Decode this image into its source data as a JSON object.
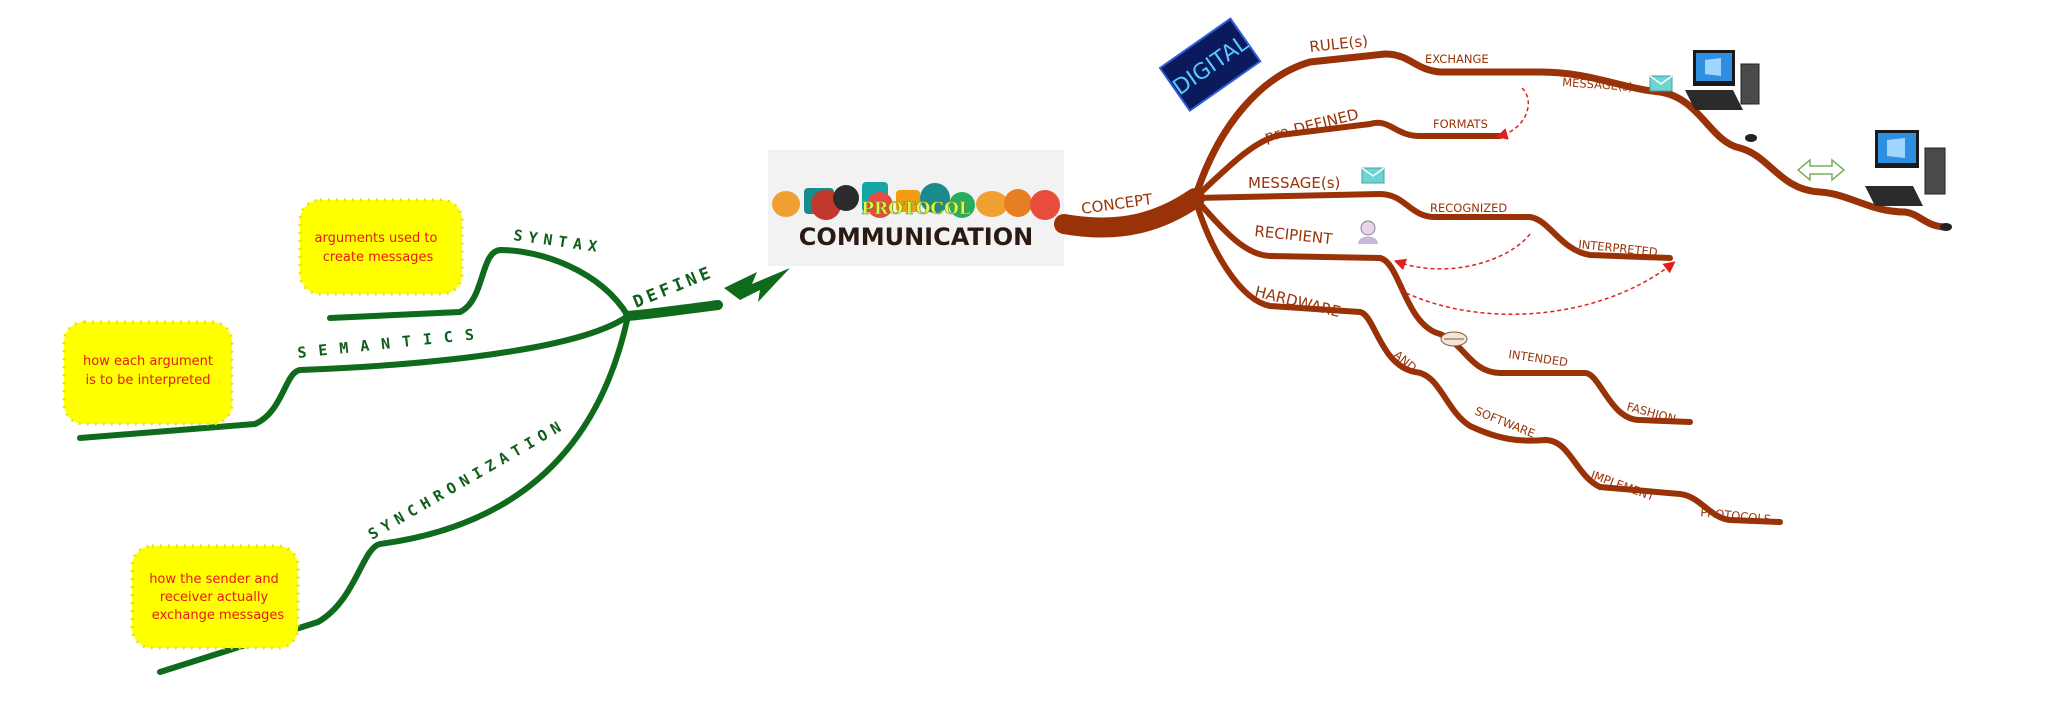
{
  "central": {
    "title": "COMMUNICATION",
    "subtitle": "PROTOCOL"
  },
  "left_branch": {
    "main_label": "DEFINE",
    "children": [
      {
        "label": "SYNTAX",
        "note": [
          "arguments used to",
          "create messages"
        ]
      },
      {
        "label": "SEMANTICS",
        "note": [
          "how each argument",
          "is to be interpreted"
        ]
      },
      {
        "label": "SYNCHRONIZATION",
        "note": [
          "how the sender and",
          "receiver actually",
          "exchange messages"
        ]
      }
    ]
  },
  "right_branch": {
    "main_label": "CONCEPT",
    "digital_sign": "DIGITAL",
    "words": {
      "rules": "RULE(s)",
      "exchange": "EXCHANGE",
      "messages_top": "MESSAGE(s)",
      "predefined": "pre-DEFINED",
      "formats": "FORMATS",
      "messages": "MESSAGE(s)",
      "recognized": "RECOGNIZED",
      "interpreted": "INTERPRETED",
      "recipient": "RECIPIENT",
      "intended": "INTENDED",
      "fashion": "FASHION",
      "hardware": "HARDWARE",
      "and": "AND",
      "software": "SOFTWARE",
      "implement": "IMPLEMENT",
      "protocols": "PROTOCOLS"
    }
  },
  "colors": {
    "brown_branch": "#9a3208",
    "green_branch": "#0f6a1c",
    "note_fill": "#ffff00",
    "note_text": "#e81818",
    "dashed_link": "#e02020"
  },
  "icons": [
    "envelope-icon",
    "computer-icon",
    "double-arrow-icon",
    "user-icon",
    "hand-icon"
  ]
}
